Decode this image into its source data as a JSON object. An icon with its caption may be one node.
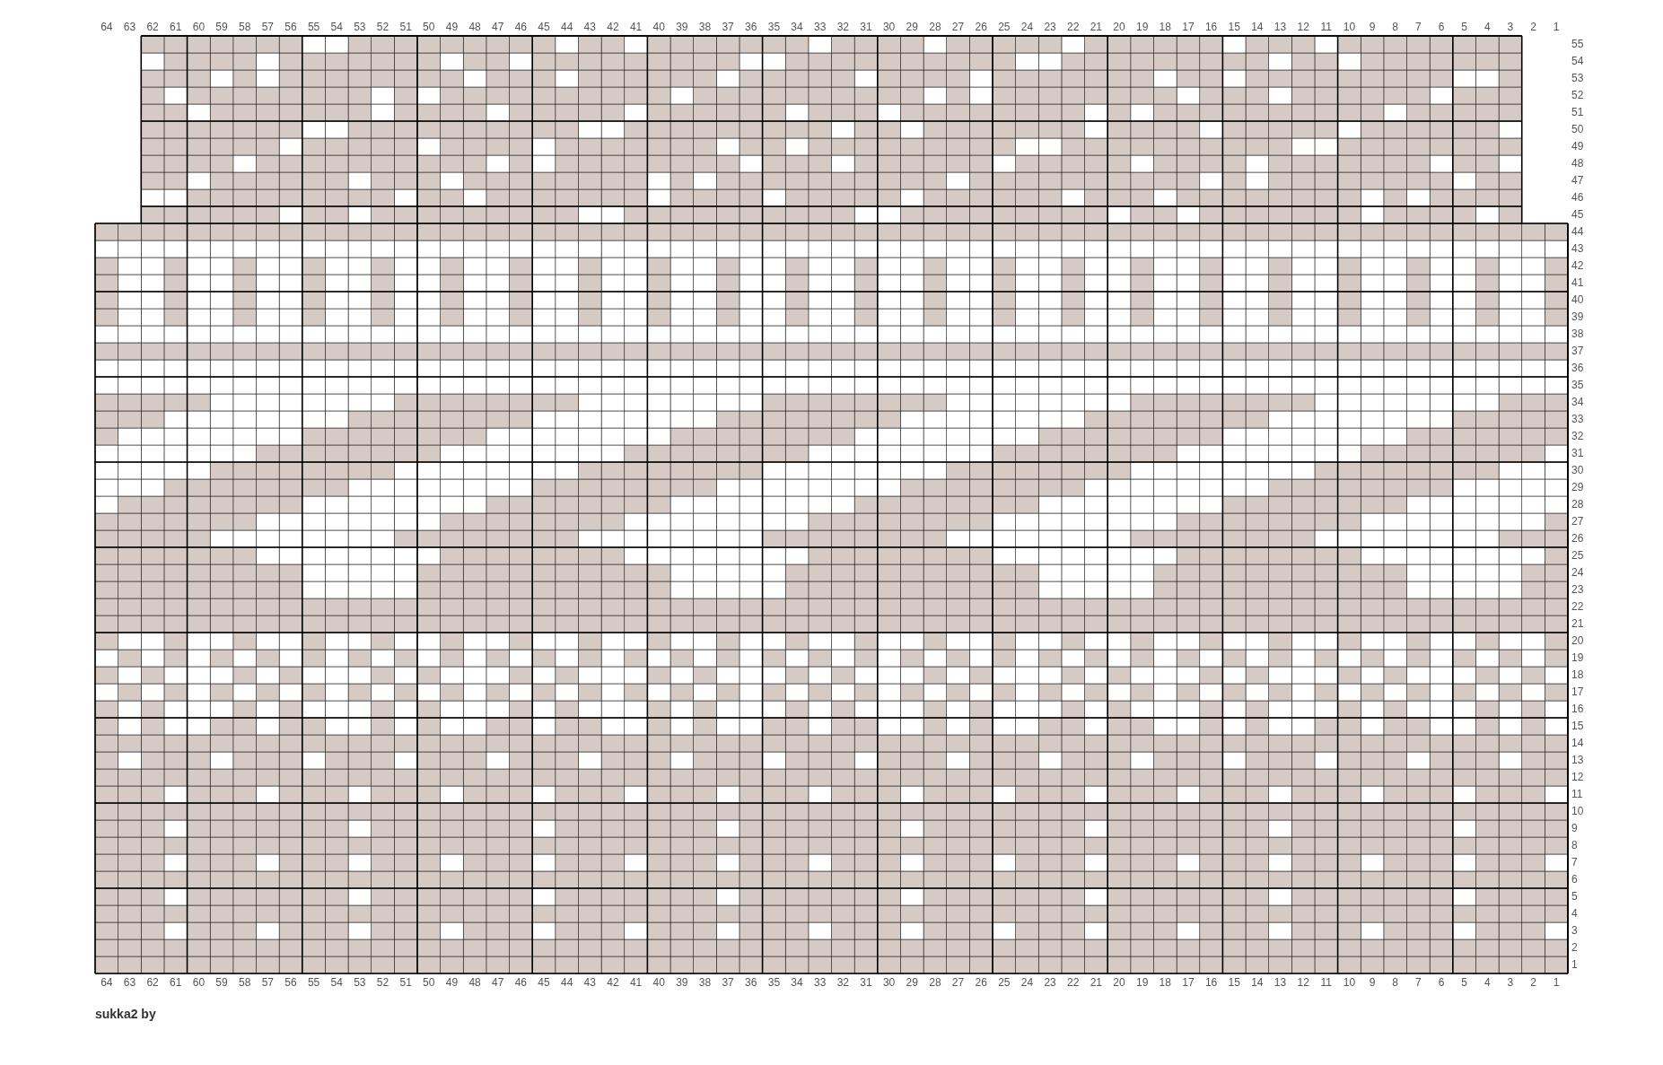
{
  "diagram": {
    "title": "sukka2 by",
    "labels": [
      "64",
      "63",
      "62",
      "61",
      "60",
      "59",
      "58",
      "57",
      "56",
      "55",
      "54",
      "53",
      "52",
      "51",
      "50",
      "49",
      "48",
      "47",
      "46",
      "45",
      "44",
      "43",
      "42",
      "41",
      "40",
      "39",
      "38",
      "37",
      "36",
      "35",
      "34",
      "33",
      "32",
      "31",
      "30",
      "29",
      "28",
      "27",
      "26",
      "25",
      "24",
      "23",
      "22",
      "21",
      "20",
      "19",
      "18",
      "17",
      "16",
      "15",
      "14",
      "13",
      "12",
      "11",
      "10",
      "9",
      "8",
      "7",
      "6",
      "5",
      "4",
      "3",
      "2",
      "1",
      "55",
      "54",
      "53",
      "52",
      "51",
      "50",
      "49",
      "48",
      "47",
      "46",
      "45",
      "44",
      "43",
      "42",
      "41",
      "40",
      "39",
      "38",
      "37",
      "36",
      "35",
      "34",
      "33",
      "32",
      "31",
      "30",
      "29",
      "28",
      "27",
      "26",
      "25",
      "24",
      "23",
      "22",
      "21",
      "20",
      "19",
      "18",
      "17",
      "16",
      "15",
      "14",
      "13",
      "12",
      "11",
      "10",
      "9",
      "8",
      "7",
      "6",
      "5",
      "4",
      "3",
      "2",
      "1",
      "64",
      "63",
      "62",
      "61",
      "60",
      "59",
      "58",
      "57",
      "56",
      "55",
      "54",
      "53",
      "52",
      "51",
      "50",
      "49",
      "48",
      "47",
      "46",
      "45",
      "44",
      "43",
      "42",
      "41",
      "40",
      "39",
      "38",
      "37",
      "36",
      "35",
      "34",
      "33",
      "32",
      "31",
      "30",
      "29",
      "28",
      "27",
      "26",
      "25",
      "24",
      "23",
      "22",
      "21",
      "20",
      "19",
      "18",
      "17",
      "16",
      "15",
      "14",
      "13",
      "12",
      "11",
      "10",
      "9",
      "8",
      "7",
      "6",
      "5",
      "4",
      "3",
      "2",
      "1"
    ]
  }
}
